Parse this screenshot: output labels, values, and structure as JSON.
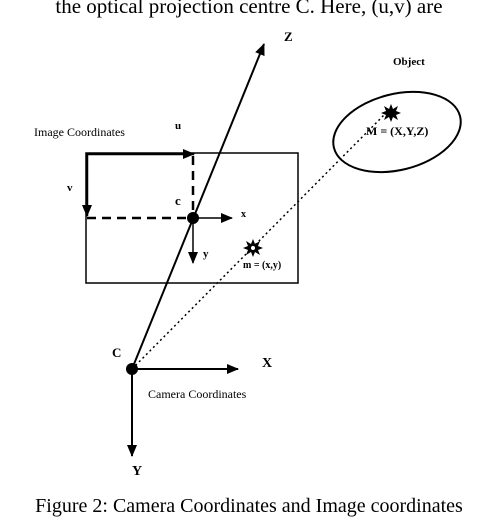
{
  "top_text": "the optical projection centre C. Here, (u,v) are",
  "caption": "Figure 2: Camera Coordinates and Image coordinates",
  "diagram": {
    "labels": {
      "Z": "Z",
      "object": "Object",
      "image_coordinates": "Image Coordinates",
      "u": "u",
      "v": "v",
      "c": "c",
      "x": "x",
      "y": "y",
      "image_point": "m = (x,y)",
      "world_point": "M = (X,Y,Z)",
      "C": "C",
      "X": "X",
      "Y": "Y",
      "camera_coordinates": "Camera Coordinates"
    },
    "colors": {
      "ink": "#000000",
      "background": "#ffffff"
    }
  }
}
